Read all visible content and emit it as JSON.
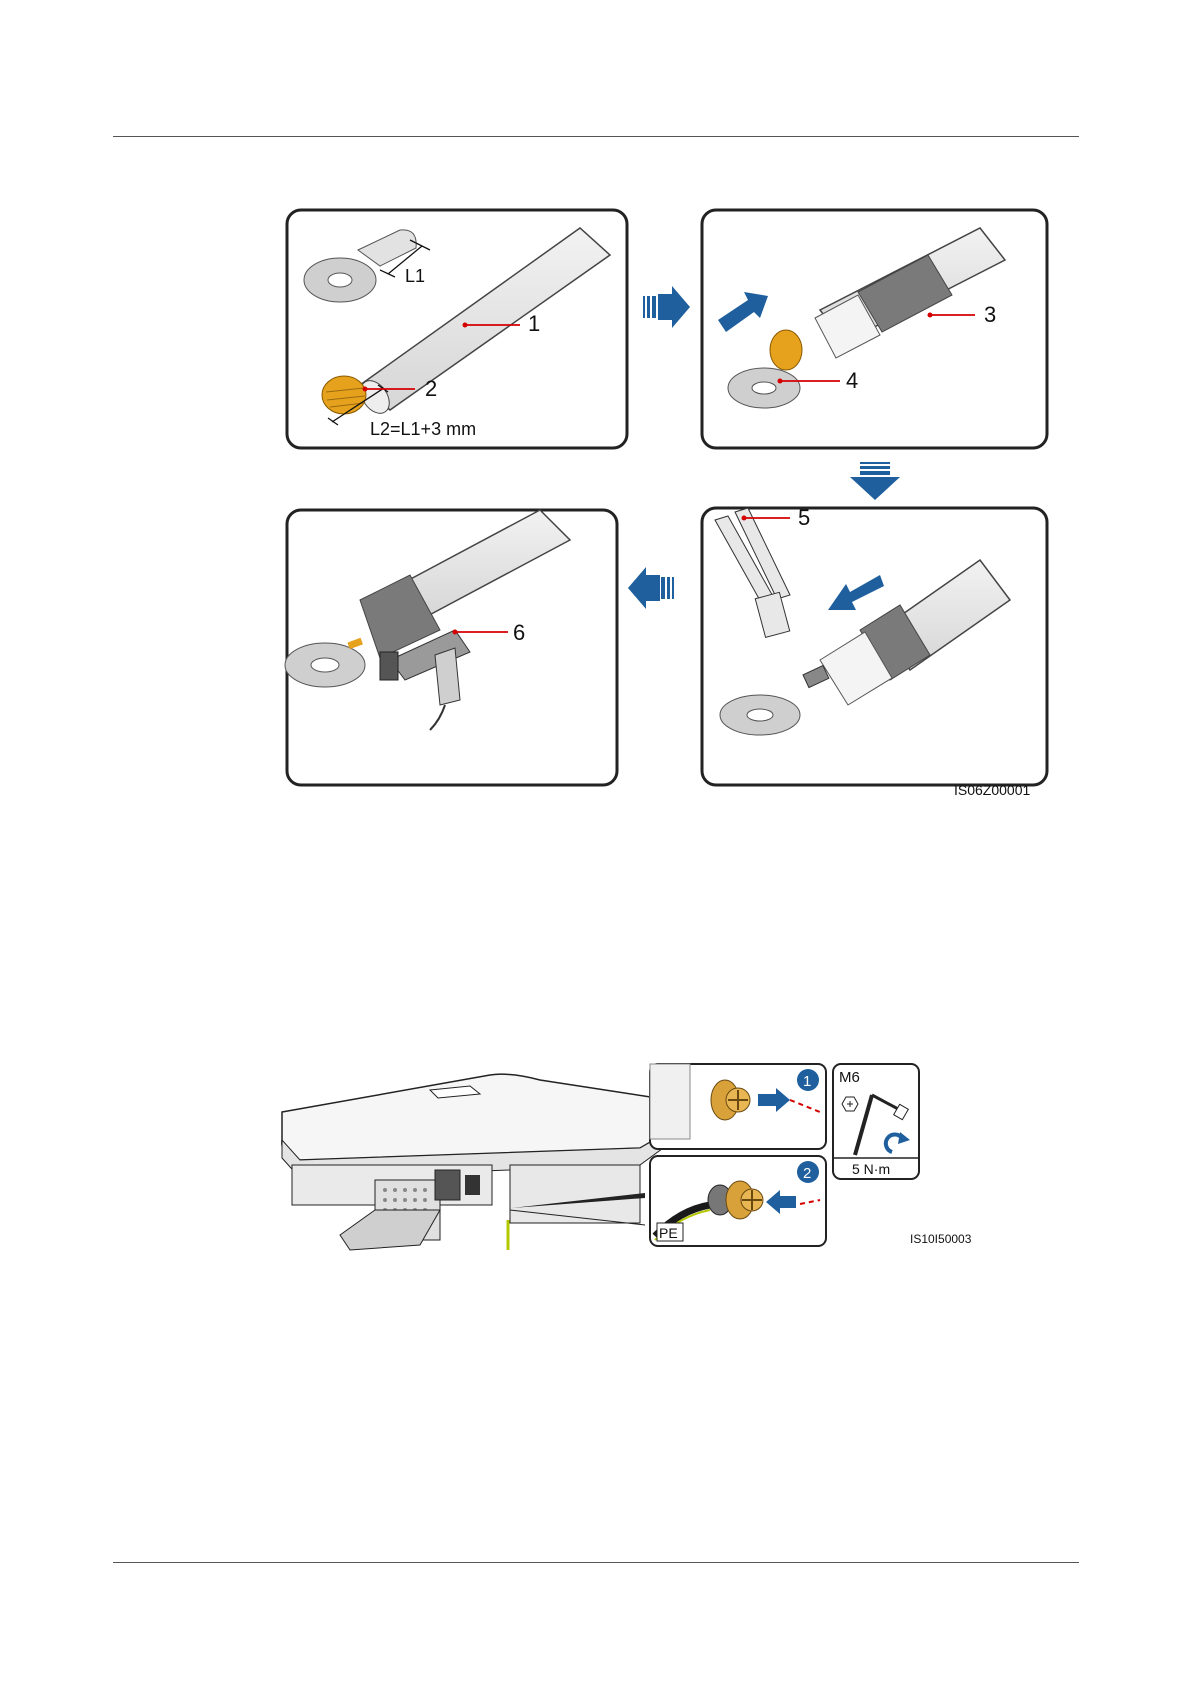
{
  "figure1": {
    "code": "IS06Z00001",
    "panel1": {
      "label_l1": "L1",
      "label_l2": "L2=L1+3 mm",
      "callout_1": "1",
      "callout_2": "2"
    },
    "panel2": {
      "callout_3": "3",
      "callout_4": "4"
    },
    "panel3": {
      "callout_5": "5"
    },
    "panel4": {
      "callout_6": "6"
    }
  },
  "figure2": {
    "code": "IS10I50003",
    "step_1": "1",
    "step_2": "2",
    "pe_label": "PE",
    "tool": {
      "screw_size": "M6",
      "torque": "5 N·m"
    }
  },
  "colors": {
    "arrow": "#1f5f9e",
    "callout": "#d40000",
    "copper": "#e6a21c",
    "sleeve": "#7a7a7a"
  }
}
